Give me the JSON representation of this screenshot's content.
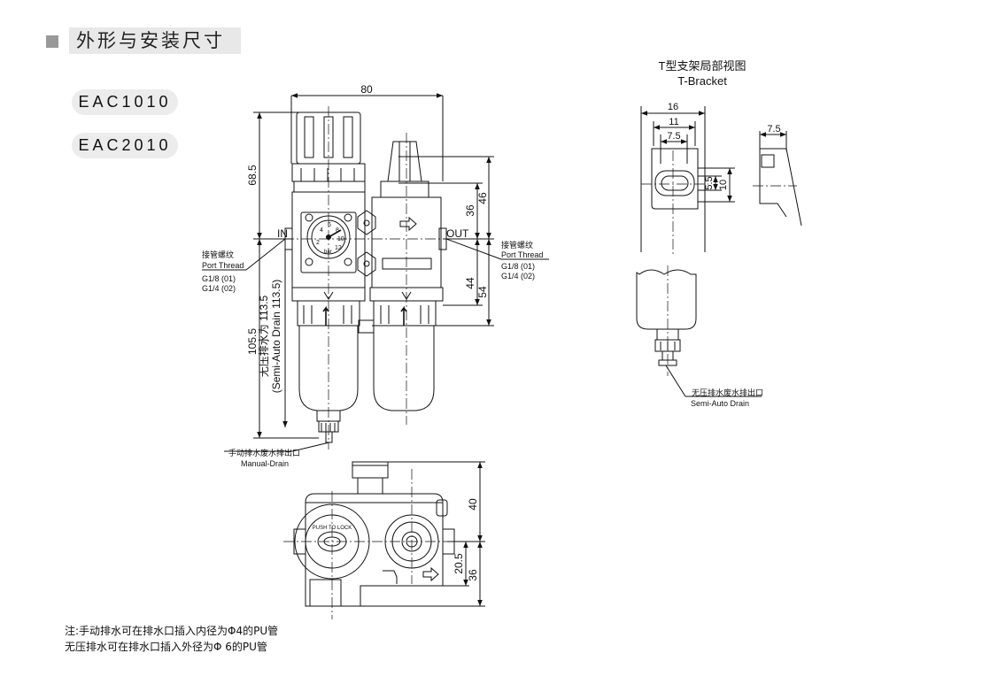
{
  "section": {
    "title": "外形与安装尺寸"
  },
  "models": [
    "EAC1010",
    "EAC2010"
  ],
  "dimensions": {
    "width": "80",
    "top_height": "68.5",
    "bottom_height": "105.5",
    "reg_top": "36",
    "lub_top": "46",
    "reg_bottom": "44",
    "lub_bottom": "54",
    "plan_top": "40",
    "plan_mid": "20.5",
    "plan_bottom": "36",
    "semi_drain_a": "无压排水为 113.5",
    "semi_drain_b": "(Semi-Auto Drain 113.5)"
  },
  "ports": {
    "in": "IN",
    "out": "OUT",
    "thread_cn": "接管螺纹",
    "thread_en": "Port Thread",
    "g18": "G1/8 (01)",
    "g14": "G1/4 (02)"
  },
  "drain": {
    "manual_cn": "手动排水废水排出口",
    "manual_en": "Manual-Drain"
  },
  "gauge": {
    "unit": "bar",
    "ticks": [
      "2",
      "4",
      "6",
      "8",
      "10",
      "12"
    ]
  },
  "plan_labels": {
    "ring": "PUSH TO LOCK"
  },
  "bracket": {
    "title_cn": "T型支架局部视图",
    "title_en": "T-Bracket",
    "d16": "16",
    "d11": "11",
    "d7_5": "7.5",
    "d5_5": "5.5",
    "d10": "10",
    "d7_5b": "7.5",
    "drain_cn": "无压排水废水排出口",
    "drain_en": "Semi-Auto Drain"
  },
  "notes": [
    "注:手动排水可在排水口插入内径为Φ4的PU管",
    "无压排水可在排水口插入外径为Φ 6的PU管"
  ]
}
